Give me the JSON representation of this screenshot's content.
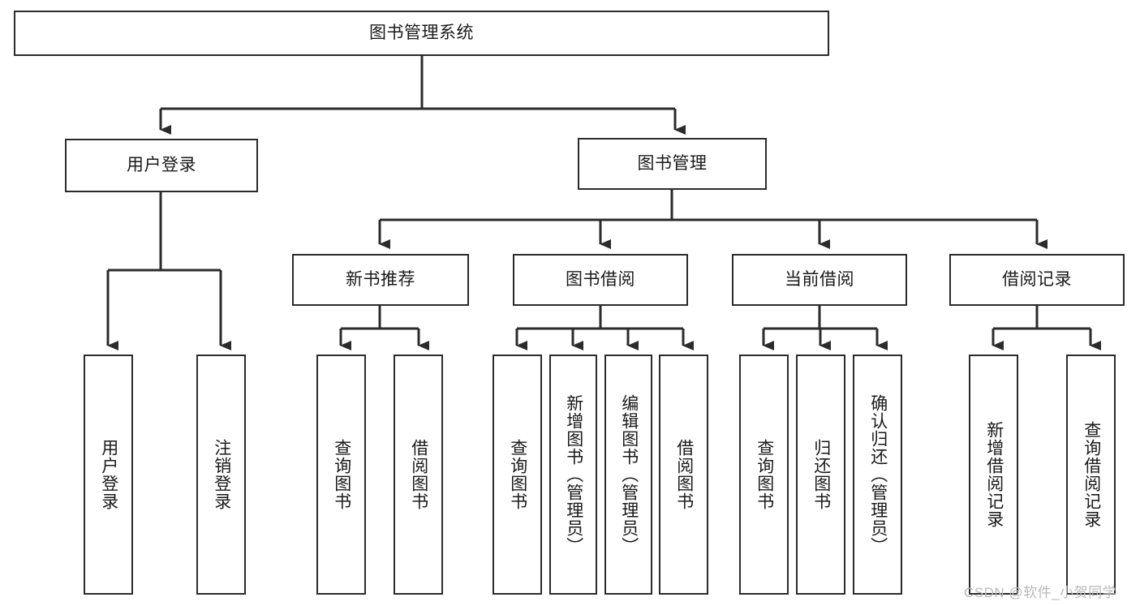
{
  "diagram": {
    "type": "tree-hierarchy-diagram",
    "title": "图书管理系统",
    "background": "#ffffff",
    "stroke_color": "#2b2b2b",
    "text_color": "#1a1a1a",
    "nodes": {
      "root": {
        "label": "图书管理系统",
        "level": 0,
        "orientation": "horizontal"
      },
      "l1_0": {
        "label": "用户登录",
        "level": 1,
        "orientation": "horizontal"
      },
      "l1_1": {
        "label": "图书管理",
        "level": 1,
        "orientation": "horizontal"
      },
      "l2_0": {
        "label": "新书推荐",
        "level": 2,
        "orientation": "horizontal"
      },
      "l2_1": {
        "label": "图书借阅",
        "level": 2,
        "orientation": "horizontal"
      },
      "l2_2": {
        "label": "当前借阅",
        "level": 2,
        "orientation": "horizontal"
      },
      "l2_3": {
        "label": "借阅记录",
        "level": 2,
        "orientation": "horizontal"
      },
      "leaf_0": {
        "label": "用户登录",
        "level": 3,
        "orientation": "vertical",
        "parent": "用户登录"
      },
      "leaf_1": {
        "label": "注销登录",
        "level": 3,
        "orientation": "vertical",
        "parent": "用户登录"
      },
      "leaf_2": {
        "label": "查询图书",
        "level": 3,
        "orientation": "vertical",
        "parent": "新书推荐"
      },
      "leaf_3": {
        "label": "借阅图书",
        "level": 3,
        "orientation": "vertical",
        "parent": "新书推荐"
      },
      "leaf_4": {
        "label": "查询图书",
        "level": 3,
        "orientation": "vertical",
        "parent": "图书借阅"
      },
      "leaf_5": {
        "label": "新增图书（管理员）",
        "level": 3,
        "orientation": "vertical",
        "parent": "图书借阅"
      },
      "leaf_6": {
        "label": "编辑图书（管理员）",
        "level": 3,
        "orientation": "vertical",
        "parent": "图书借阅"
      },
      "leaf_7": {
        "label": "借阅图书",
        "level": 3,
        "orientation": "vertical",
        "parent": "图书借阅"
      },
      "leaf_8": {
        "label": "查询图书",
        "level": 3,
        "orientation": "vertical",
        "parent": "当前借阅"
      },
      "leaf_9": {
        "label": "归还图书",
        "level": 3,
        "orientation": "vertical",
        "parent": "当前借阅"
      },
      "leaf_10": {
        "label": "确认归还（管理员）",
        "level": 3,
        "orientation": "vertical",
        "parent": "当前借阅"
      },
      "leaf_11": {
        "label": "新增借阅记录",
        "level": 3,
        "orientation": "vertical",
        "parent": "借阅记录"
      },
      "leaf_12": {
        "label": "查询借阅记录",
        "level": 3,
        "orientation": "vertical",
        "parent": "借阅记录"
      }
    }
  },
  "watermark": {
    "text": "CSDN @软件_小贺同学"
  }
}
